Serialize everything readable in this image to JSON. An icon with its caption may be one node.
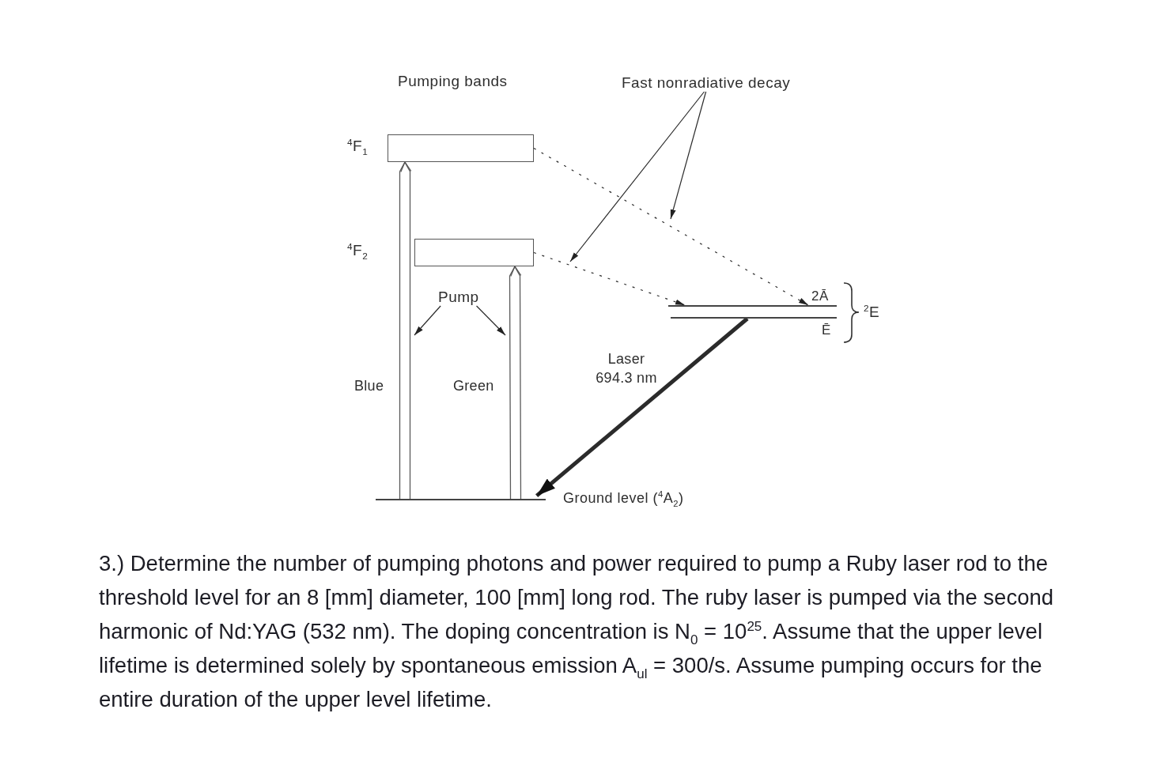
{
  "diagram": {
    "nodes": [
      {
        "text": [
          "Fast nonradiative decay"
        ]
      },
      {
        "text": [
          "$^{4}$F$_{1}$"
        ]
      },
      {
        "text": [
          "$^{4}$F$_{2}$"
        ]
      },
      {
        "text": [
          "Pump"
        ]
      },
      {
        "text": [
          "2Ā"
        ]
      },
      {
        "text": [
          "Ē"
        ]
      },
      {
        "text": [
          "Ground level ($^{4}$A$_{2}$)"
        ]
      }
    ],
    "edges": [
      {
        "from": 6,
        "to": 1,
        "arrow": "to",
        "label": "Blue"
      },
      {
        "from": 6,
        "to": 2,
        "arrow": "to",
        "label": "Green"
      },
      {
        "from": 1,
        "to": 4,
        "arrow": "to",
        "style": "dashed"
      },
      {
        "from": 2,
        "to": 4,
        "arrow": "to",
        "style": "dashed"
      },
      {
        "from": 5,
        "to": 6,
        "arrow": "to",
        "style": "thick",
        "label": "Laser 694.3 nm"
      },
      {
        "from": 0,
        "to": null,
        "arrow": "to"
      },
      {
        "from": 0,
        "to": null,
        "arrow": "to"
      },
      {
        "from": 3,
        "to": null,
        "arrow": "to"
      },
      {
        "from": 3,
        "to": null,
        "arrow": "to"
      }
    ],
    "labels": [
      "Pumping bands",
      "$^{2}$E",
      "3.) Determine the number of pumping photons and power required to pump a Ruby laser rod to the threshold level for an 8 [mm] diameter, 100 [mm] long rod. The ruby laser is pumped via the second harmonic of Nd:YAG (532 nm). The doping concentration is N$_{0}$ = 10$^{25}$. Assume that the upper level lifetime is determined solely by spontaneous emission A$_{ul}$ = 300/s. Assume pumping occurs for the entire duration of the upper level lifetime."
    ]
  }
}
